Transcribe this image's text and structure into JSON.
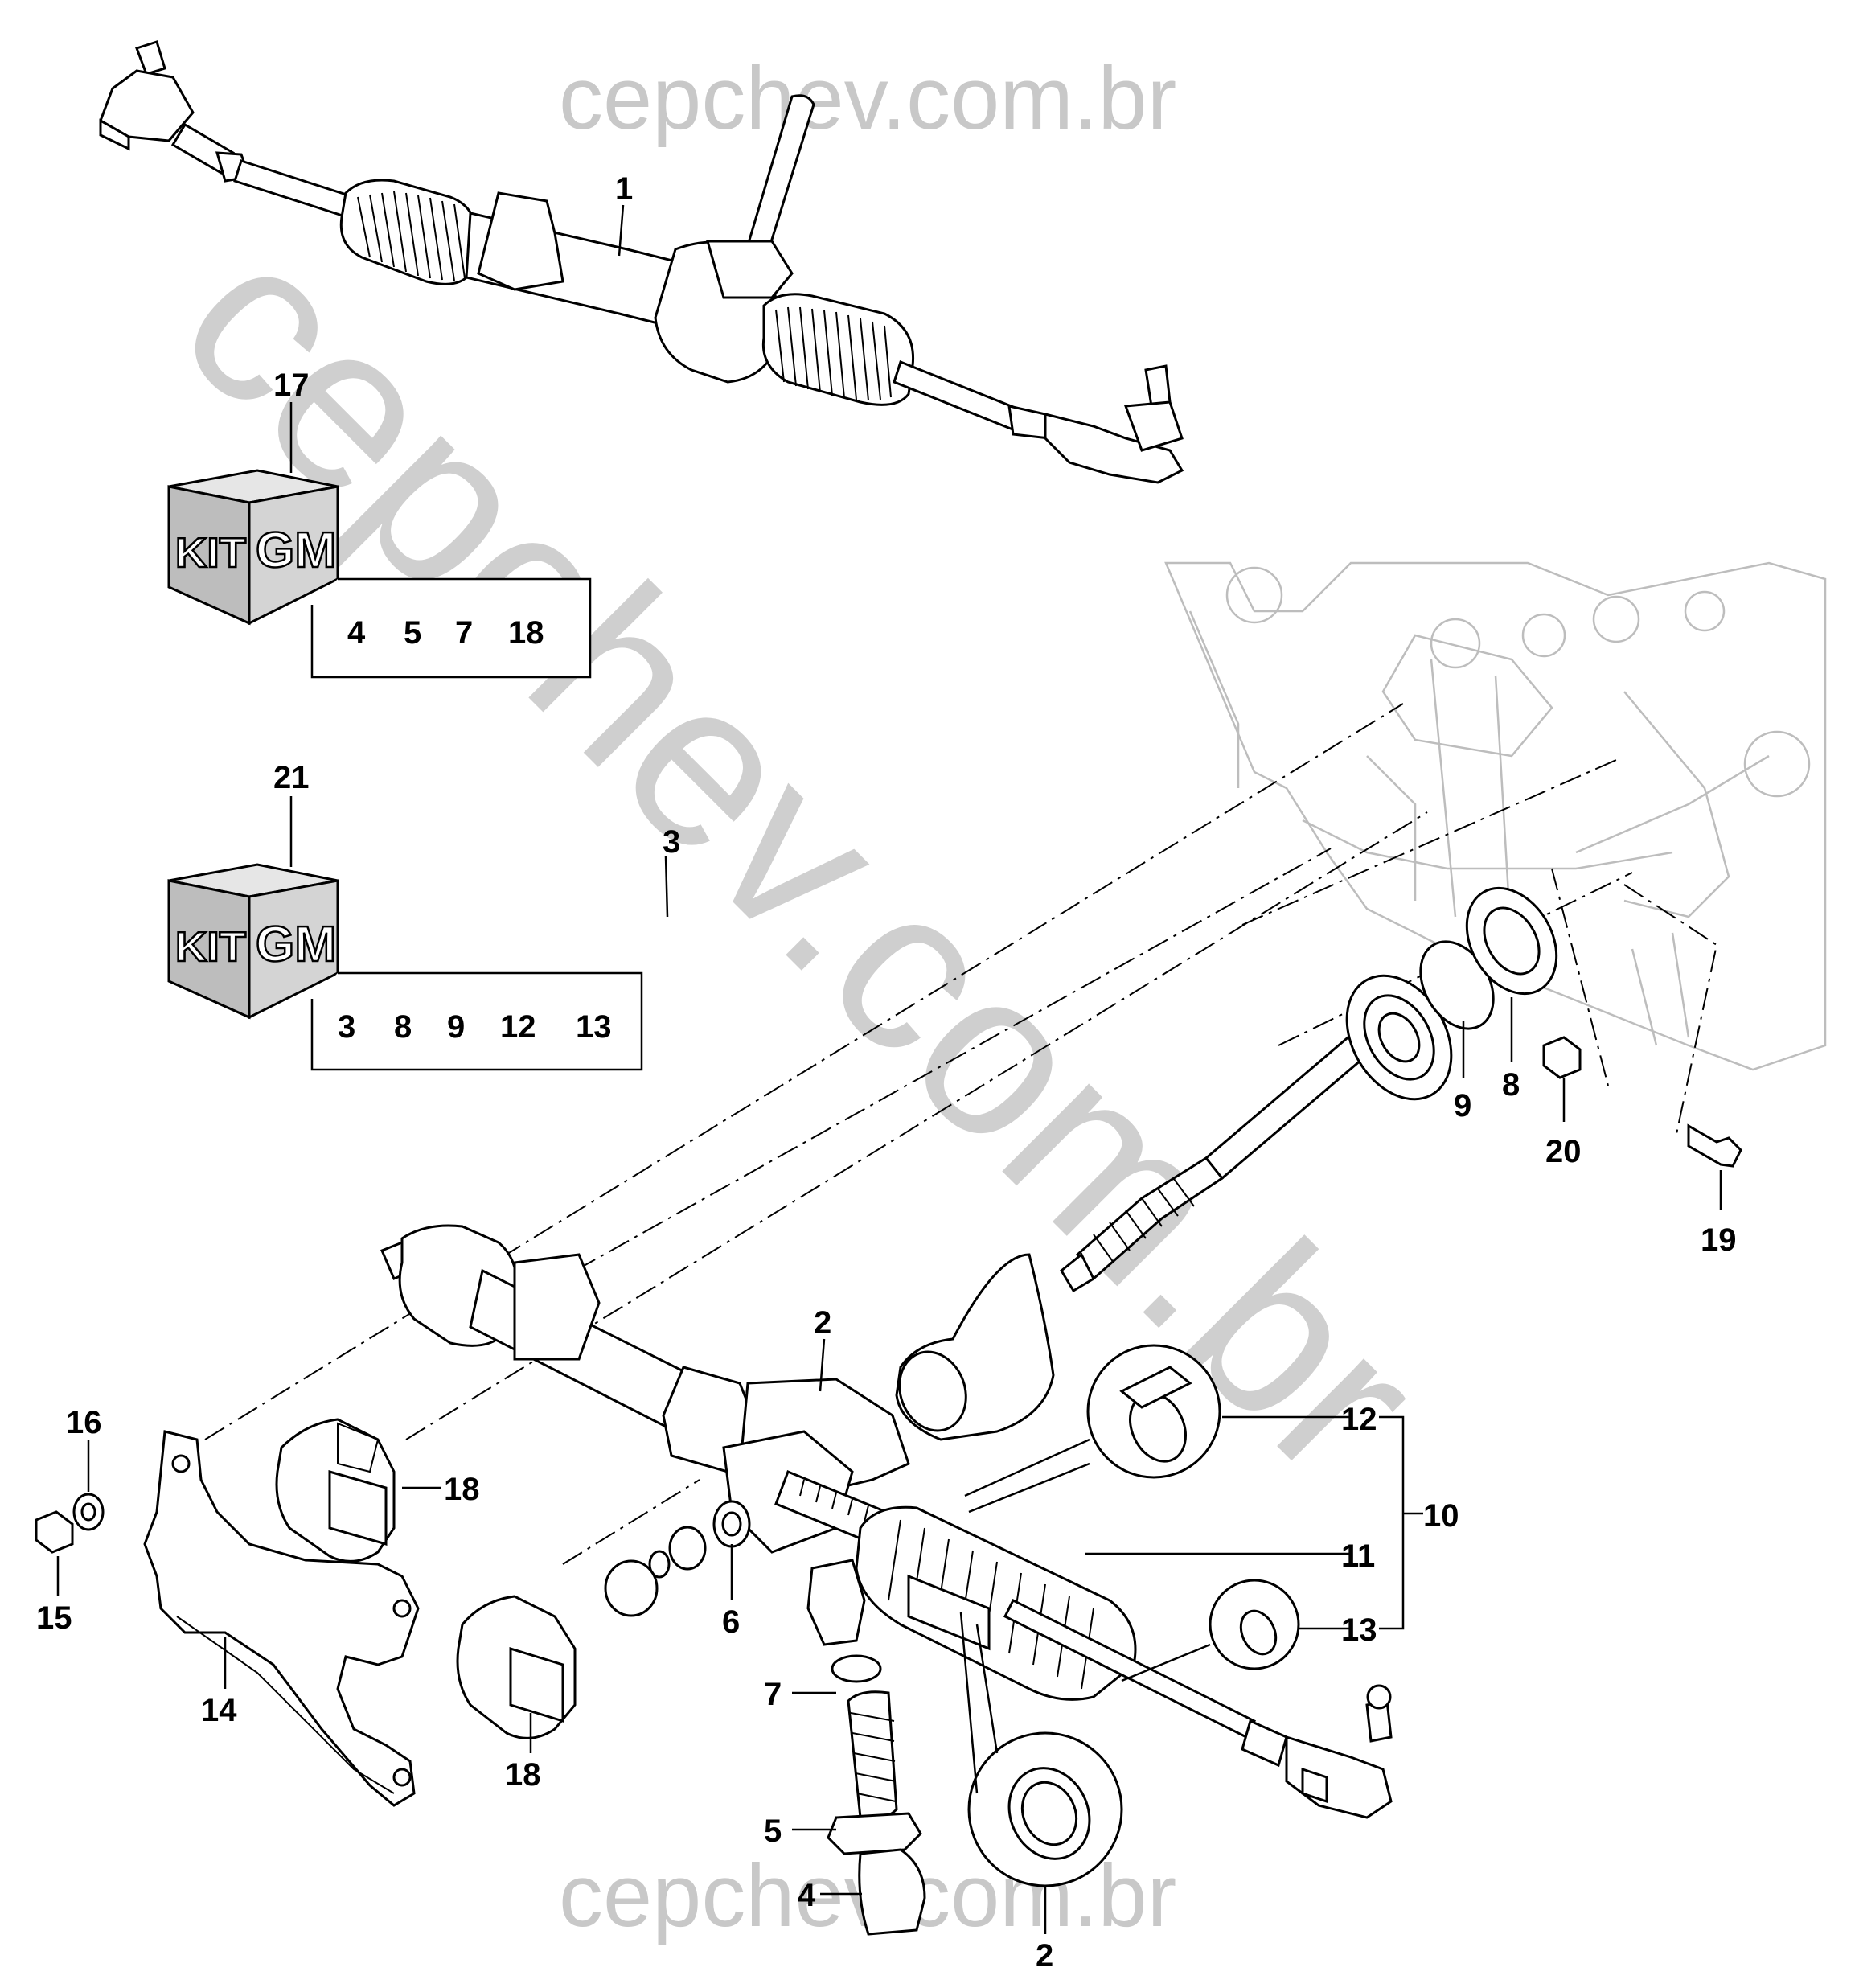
{
  "watermark": {
    "text_top": "cepchev.com.br",
    "text_bottom": "cepchev.com.br",
    "text_diagonal": "cepchev.com.br"
  },
  "kits": [
    {
      "callout": "17",
      "badge_left": "KIT",
      "badge_right": "GM",
      "contents": [
        "4",
        "5",
        "7",
        "18"
      ]
    },
    {
      "callout": "21",
      "badge_left": "KIT",
      "badge_right": "GM",
      "contents": [
        "3",
        "8",
        "9",
        "12",
        "13"
      ]
    }
  ],
  "callouts": {
    "c1": "1",
    "c2a": "2",
    "c2b": "2",
    "c3": "3",
    "c4": "4",
    "c5": "5",
    "c6": "6",
    "c7": "7",
    "c8": "8",
    "c9": "9",
    "c10": "10",
    "c11": "11",
    "c12": "12",
    "c13": "13",
    "c14": "14",
    "c15": "15",
    "c16": "16",
    "c18a": "18",
    "c18b": "18",
    "c19": "19",
    "c20": "20"
  }
}
